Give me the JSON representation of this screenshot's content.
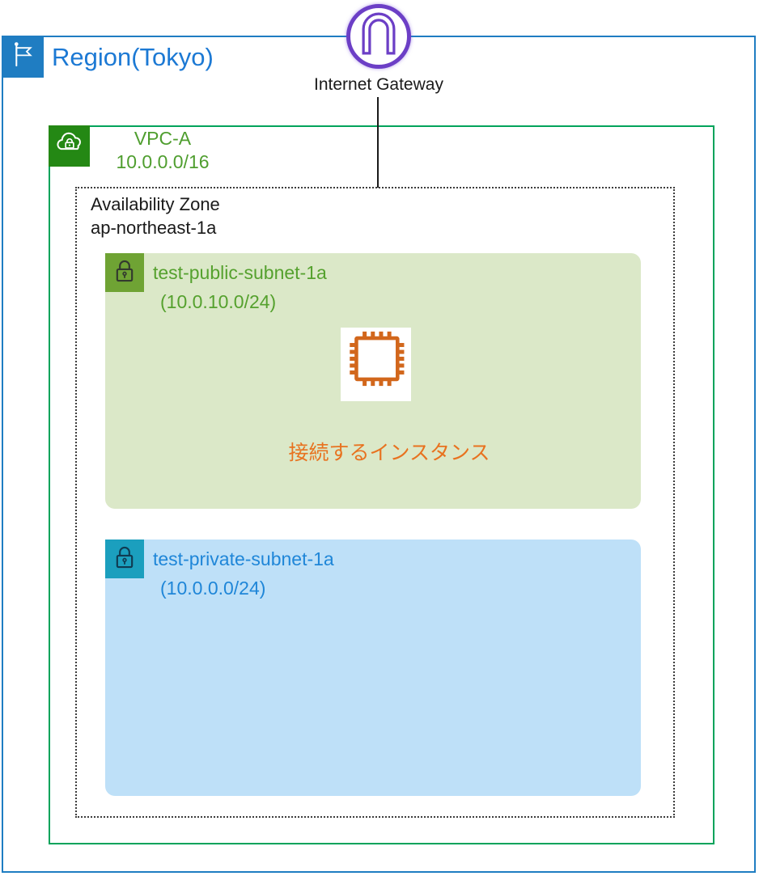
{
  "region": {
    "label": "Region(Tokyo)"
  },
  "internet_gateway": {
    "label": "Internet Gateway"
  },
  "vpc": {
    "name": "VPC-A",
    "cidr": "10.0.0.0/16"
  },
  "availability_zone": {
    "line1": "Availability Zone",
    "line2": "ap-northeast-1a"
  },
  "public_subnet": {
    "name": "test-public-subnet-1a",
    "cidr": "(10.0.10.0/24)"
  },
  "instance": {
    "label": "接続するインスタンス"
  },
  "private_subnet": {
    "name": "test-private-subnet-1a",
    "cidr": "(10.0.0.0/24)"
  },
  "icons": {
    "region": "flag-icon",
    "vpc": "cloud-lock-icon",
    "subnet": "lock-icon",
    "internet_gateway": "gateway-circle-icon",
    "instance": "ec2-chip-icon"
  },
  "colors": {
    "region_blue": "#1F7DC2",
    "region_text": "#1C79D4",
    "igw_purple": "#6C3FC6",
    "vpc_border": "#00A35B",
    "vpc_icon_bg": "#248814",
    "vpc_text": "#4F9E2F",
    "az_border": "#3C3C3C",
    "public_bg": "#DBE8C8",
    "subnet_green_badge": "#6FA334",
    "public_text": "#55A12E",
    "instance_orange": "#D2671C",
    "instance_text": "#E8721F",
    "private_bg": "#BEE0F8",
    "subnet_teal_badge": "#1B9FBE",
    "private_text": "#1F86D8"
  }
}
